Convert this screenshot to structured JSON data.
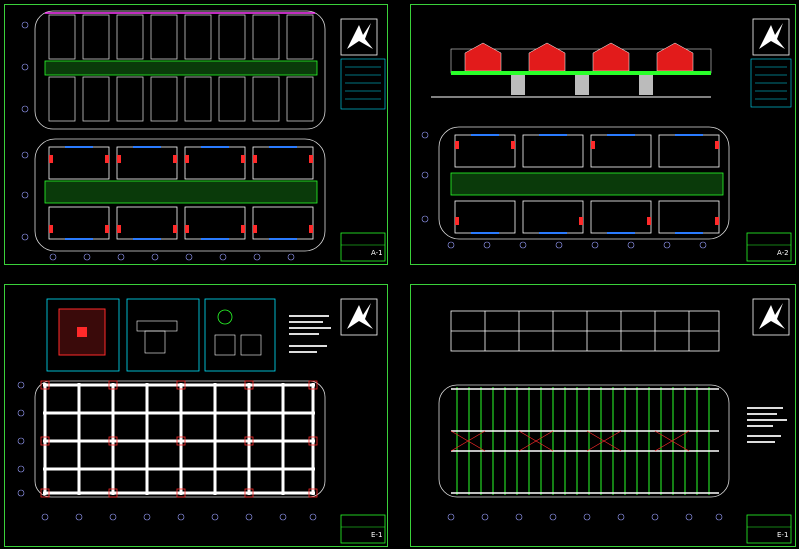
{
  "sheets": [
    {
      "id": "A-1",
      "title_block": {
        "code": "A-1"
      }
    },
    {
      "id": "A-2",
      "title_block": {
        "code": "A-2"
      }
    },
    {
      "id": "E-1a",
      "title_block": {
        "code": "E-1"
      }
    },
    {
      "id": "E-1b",
      "title_block": {
        "code": "E-1"
      }
    }
  ],
  "colors": {
    "frame": "#3ad13a",
    "wall": "#ffffff",
    "grid": "#9aa0ff",
    "accent_red": "#ff2a2a",
    "accent_green": "#2aff2a",
    "accent_blue": "#2a7bff",
    "accent_cyan": "#00e5ff",
    "accent_magenta": "#ff3aff"
  }
}
